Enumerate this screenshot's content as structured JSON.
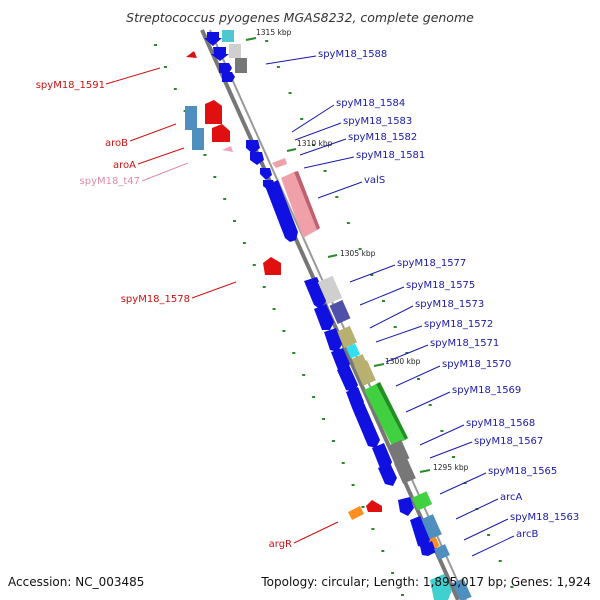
{
  "title": "Streptococcus pyogenes MGAS8232, complete genome",
  "footer": {
    "accession": "Accession: NC_003485",
    "summary": "Topology: circular; Length: 1,895,017 bp; Genes: 1,924"
  },
  "ticks": [
    "1315 kbp",
    "1310 kbp",
    "1305 kbp",
    "1300 kbp",
    "1295 kbp"
  ],
  "genes_right": [
    "spyM18_1588",
    "spyM18_1584",
    "spyM18_1583",
    "spyM18_1582",
    "spyM18_1581",
    "valS",
    "spyM18_1577",
    "spyM18_1575",
    "spyM18_1573",
    "spyM18_1572",
    "spyM18_1571",
    "spyM18_1570",
    "spyM18_1569",
    "spyM18_1568",
    "spyM18_1567",
    "spyM18_1565",
    "arcA",
    "spyM18_1563",
    "arcB"
  ],
  "genes_left": [
    "spyM18_1591",
    "aroB",
    "aroA",
    "spyM18_t47",
    "spyM18_1578",
    "argR"
  ],
  "colors": {
    "forward_label": "#1a1aa8",
    "reverse_label": "#cc1111",
    "trna_label": "#e58aa8",
    "backbone": "#777777",
    "blue_gene": "#1010e0",
    "red_gene": "#e01010"
  }
}
